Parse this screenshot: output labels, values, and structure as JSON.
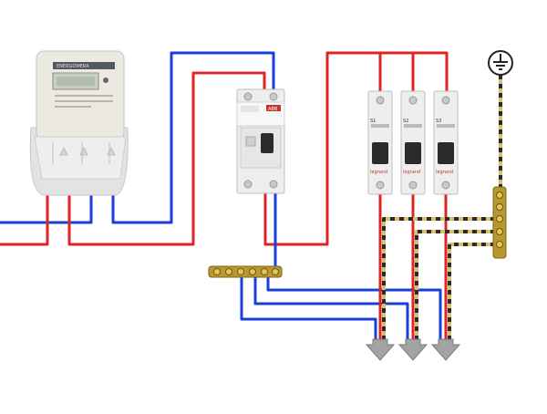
{
  "diagram": {
    "meter_label": "ENERGOMERA",
    "rcd_label": "ABB",
    "breaker_labels": [
      "S1",
      "S2",
      "S3"
    ],
    "breaker_brand": "legrand",
    "ground_symbol": "ground-symbol",
    "colors": {
      "phase": "#e02424",
      "neutral": "#1a3fd6",
      "earth_yellow": "#d8c06a",
      "earth_dash": "#2a2a2a",
      "arrow": "#9e9e9e",
      "brass": "#b9962e"
    }
  }
}
